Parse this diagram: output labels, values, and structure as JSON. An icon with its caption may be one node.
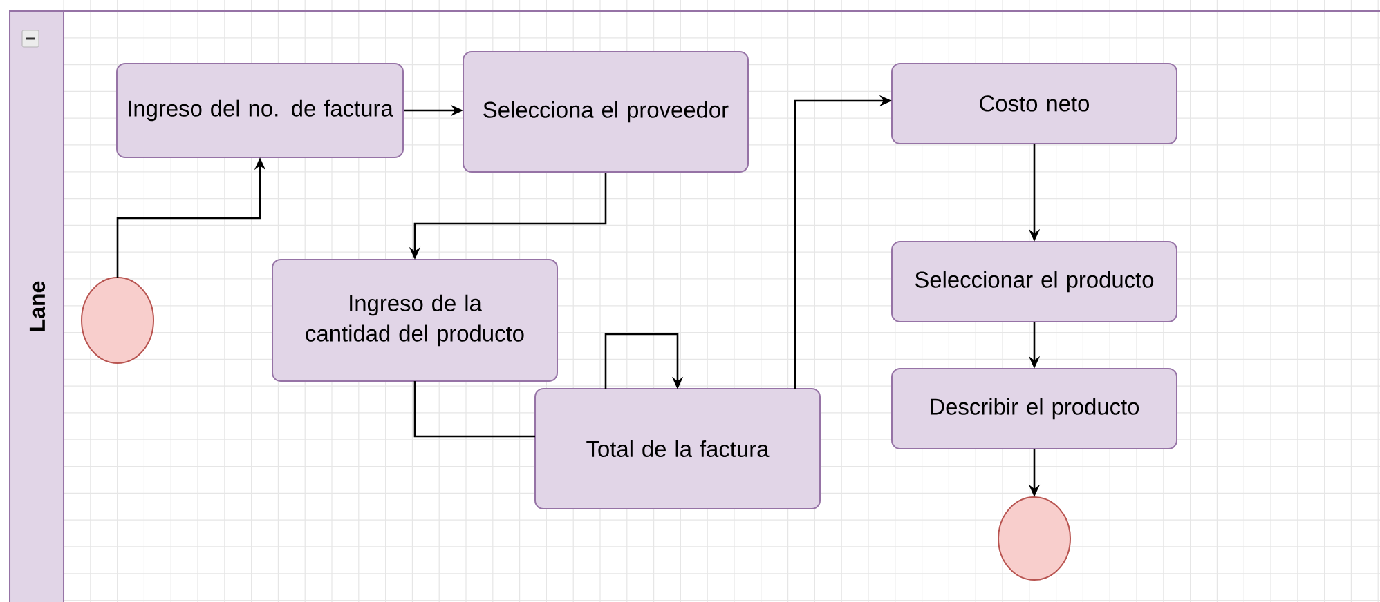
{
  "diagram": {
    "nodes": [
      {
        "text": [
          "Lane"
        ]
      },
      {
        "text": [],
        "shape": "circle",
        "in": 0
      },
      {
        "text": [
          "Ingreso del no. de factura"
        ],
        "in": 0
      },
      {
        "text": [
          "Selecciona el proveedor"
        ],
        "in": 0
      },
      {
        "text": [
          "Ingreso de la cantidad del producto"
        ],
        "in": 0
      },
      {
        "text": [
          "Total de la factura"
        ],
        "in": 0
      },
      {
        "text": [
          "Costo neto"
        ],
        "in": 0
      },
      {
        "text": [
          "Seleccionar el producto"
        ],
        "in": 0
      },
      {
        "text": [
          "Describir el producto"
        ],
        "in": 0
      },
      {
        "text": [],
        "shape": "circle",
        "in": 0
      }
    ],
    "edges": [
      {
        "from": 1,
        "to": 2,
        "arrow": "to"
      },
      {
        "from": 2,
        "to": 3,
        "arrow": "to"
      },
      {
        "from": 3,
        "to": 4,
        "arrow": "to"
      },
      {
        "from": 4,
        "to": 5,
        "arrow": "none"
      },
      {
        "from": 5,
        "to": 5,
        "arrow": "to"
      },
      {
        "from": 5,
        "to": 6,
        "arrow": "to"
      },
      {
        "from": 6,
        "to": 7,
        "arrow": "to"
      },
      {
        "from": 7,
        "to": 8,
        "arrow": "to"
      },
      {
        "from": 8,
        "to": 9,
        "arrow": "to"
      }
    ]
  }
}
